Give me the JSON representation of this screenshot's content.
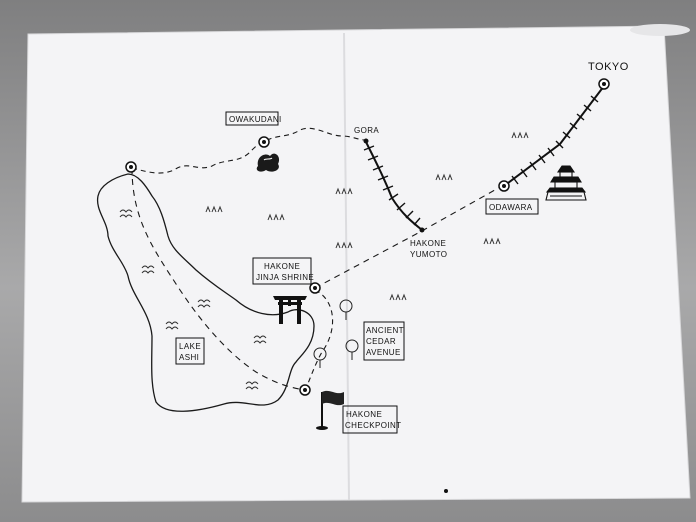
{
  "labels": {
    "tokyo": "TOKYO",
    "gora": "GORA",
    "owakudani": "OWAKUDANI",
    "odawara": "ODAWARA",
    "hakone_yumoto_1": "HAKONE",
    "hakone_yumoto_2": "YUMOTO",
    "hakone_jinja_1": "HAKONE",
    "hakone_jinja_2": "JINJA SHRINE",
    "lake_ashi_1": "LAKE",
    "lake_ashi_2": "ASHI",
    "cedar_1": "ANCIENT",
    "cedar_2": "CEDAR",
    "cedar_3": "AVENUE",
    "checkpoint_1": "HAKONE",
    "checkpoint_2": "CHECKPOINT"
  },
  "colors": {
    "paper": "#f4f4f6",
    "ink": "#151515",
    "background": "#8f8f8f"
  },
  "icons": [
    "torii-gate-icon",
    "castle-icon",
    "flag-icon",
    "tree-icon",
    "grass-icon",
    "wave-icon",
    "steam-vent-icon"
  ]
}
